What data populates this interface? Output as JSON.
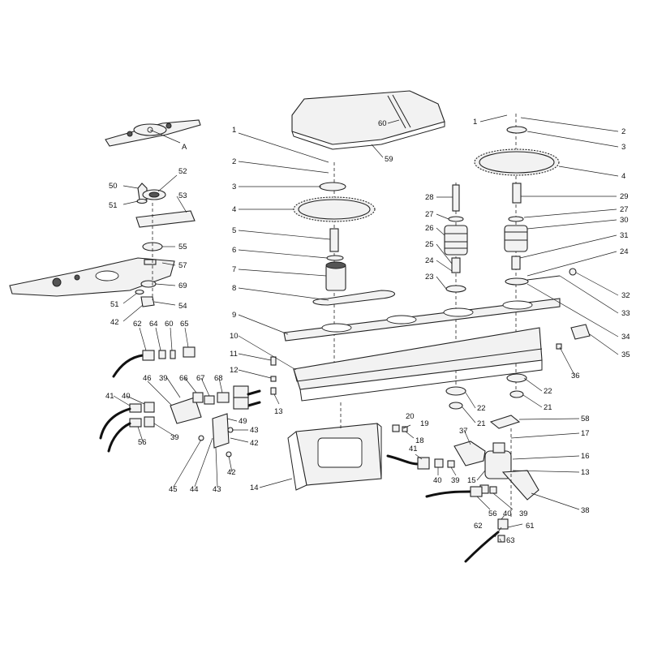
{
  "labels": {
    "A": "A",
    "n1": "1",
    "n2": "2",
    "n3": "3",
    "n4": "4",
    "n5": "5",
    "n6": "6",
    "n7": "7",
    "n8": "8",
    "n9": "9",
    "n10": "10",
    "n11": "11",
    "n12": "12",
    "n13": "13",
    "n14": "14",
    "n15": "15",
    "n16": "16",
    "n17": "17",
    "n18": "18",
    "n19": "19",
    "n20": "20",
    "n21": "21",
    "n22": "22",
    "n23": "23",
    "n24": "24",
    "n25": "25",
    "n26": "26",
    "n27": "27",
    "n28": "28",
    "n29": "29",
    "n30": "30",
    "n31": "31",
    "n32": "32",
    "n33": "33",
    "n34": "34",
    "n35": "35",
    "n36": "36",
    "n37": "37",
    "n38": "38",
    "n39": "39",
    "n40": "40",
    "n41": "41",
    "n42": "42",
    "n43": "43",
    "n44": "44",
    "n45": "45",
    "n46": "46",
    "n49": "49",
    "n50": "50",
    "n51": "51",
    "n52": "52",
    "n53": "53",
    "n54": "54",
    "n55": "55",
    "n56": "56",
    "n57": "57",
    "n58": "58",
    "n59": "59",
    "n60": "60",
    "n61": "61",
    "n62": "62",
    "n63": "63",
    "n64": "64",
    "n65": "65",
    "n66": "66",
    "n67": "67",
    "n68": "68",
    "n69": "69"
  }
}
